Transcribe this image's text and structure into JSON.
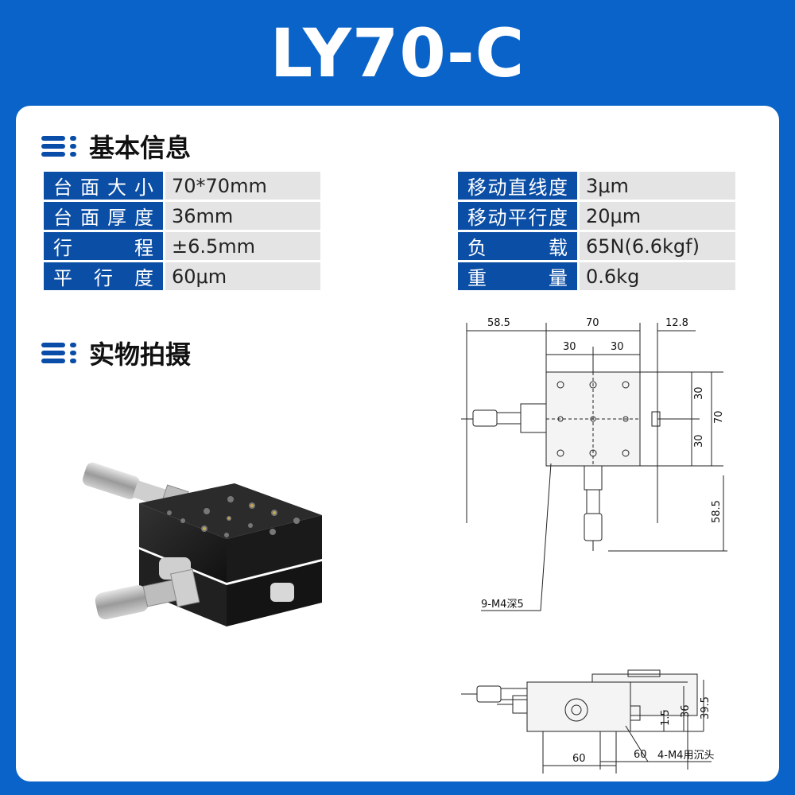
{
  "title": "LY70-C",
  "basic_info": {
    "heading": "基本信息",
    "left": [
      {
        "label": "台面大小",
        "value": "70*70mm"
      },
      {
        "label": "台面厚度",
        "value": "36mm"
      },
      {
        "label": "行　　程",
        "value": "±6.5mm"
      },
      {
        "label": "平 行 度",
        "value": "60μm"
      }
    ],
    "right": [
      {
        "label": "移动直线度",
        "value": "3μm"
      },
      {
        "label": "移动平行度",
        "value": "20μm"
      },
      {
        "label": "负　　载",
        "value": "65N(6.6kgf)"
      },
      {
        "label": "重　　量",
        "value": "0.6kg"
      }
    ]
  },
  "photo_section": {
    "heading": "实物拍摄"
  },
  "drawing": {
    "top_view": {
      "dim_left": "58.5",
      "dim_top": "70",
      "dim_right": "12.8",
      "dim_30a": "30",
      "dim_30b": "30",
      "dim_v30a": "30",
      "dim_v30b": "30",
      "dim_v70": "70",
      "dim_v58": "58.5",
      "note_holes": "9-M4深5"
    },
    "side_view": {
      "dim_60": "60"
    },
    "front_view": {
      "dim_1_5": "1.5",
      "dim_36": "36",
      "dim_39_5": "39.5",
      "dim_60": "60",
      "note_holes": "4-M4用沉头"
    }
  }
}
